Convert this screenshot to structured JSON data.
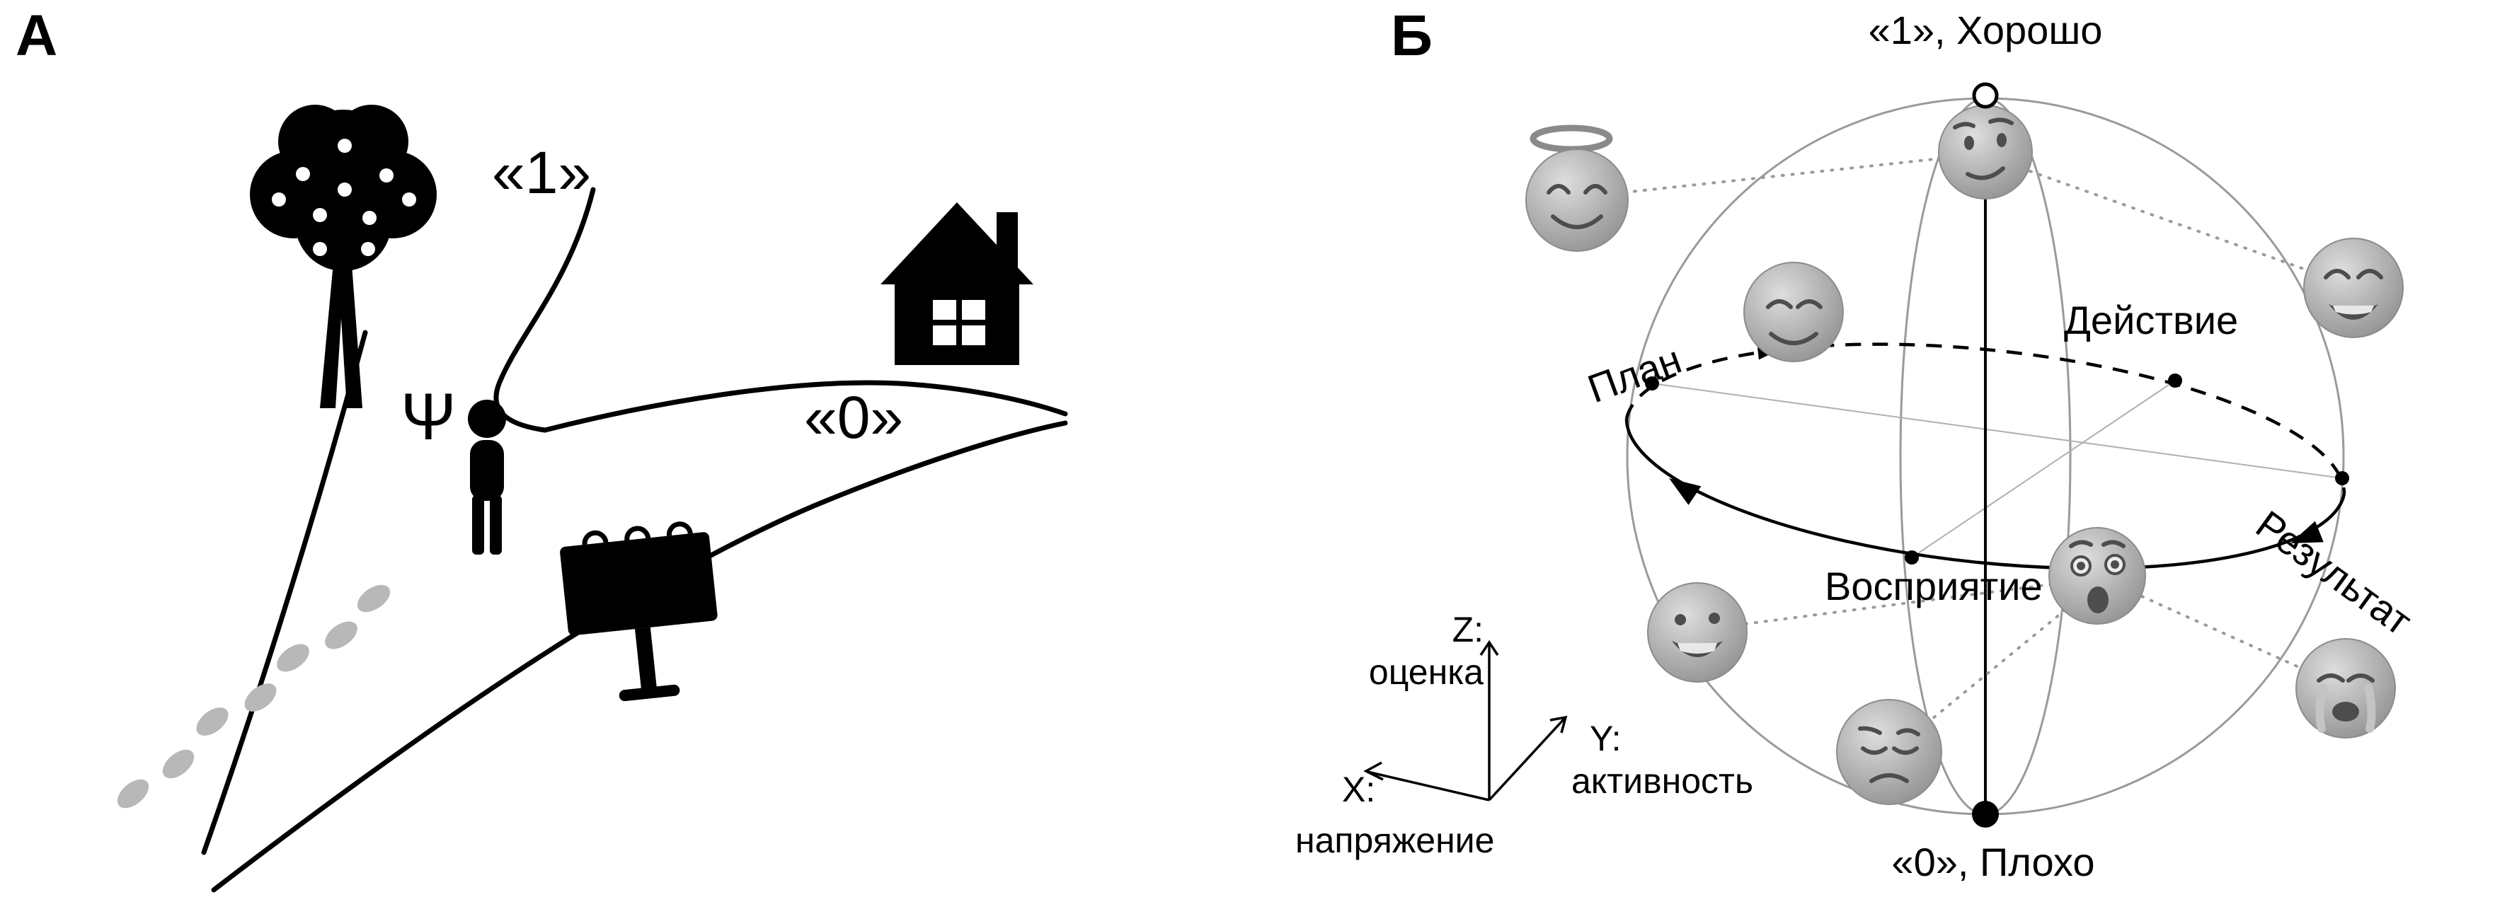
{
  "colors": {
    "ink": "#000000",
    "sphere_line": "#9a9a9a",
    "dotted_line": "#9a9a9a",
    "footprint_gray": "#b8b8b8",
    "face_gray": "#a8a8a8"
  },
  "panel_a": {
    "label": "А",
    "branch_label": "«1»",
    "main_road_label": "«0»",
    "psi_symbol": "Ψ",
    "icons": [
      {
        "name": "apple-tree-icon"
      },
      {
        "name": "house-icon"
      },
      {
        "name": "person-icon"
      },
      {
        "name": "billboard-icon"
      },
      {
        "name": "footprints-icon"
      }
    ]
  },
  "panel_b": {
    "label": "Б",
    "top_pole_label": "«1», Хорошо",
    "bottom_pole_label": "«0», Плохо",
    "cycle_labels": {
      "plan": "План",
      "action": "Действие",
      "result": "Результат",
      "perception": "Восприятие"
    },
    "axes": {
      "z_name": "Z:",
      "z_desc": "оценка",
      "y_name": "Y:",
      "y_desc": "активность",
      "x_name": "X:",
      "x_desc": "напряжение"
    },
    "face_icons": [
      "halo-angel-face",
      "smirking-face",
      "relieved-smiling-face",
      "excited-laughing-face",
      "astonished-face",
      "grinning-face",
      "loudly-crying-face",
      "pensive-sad-face"
    ]
  }
}
